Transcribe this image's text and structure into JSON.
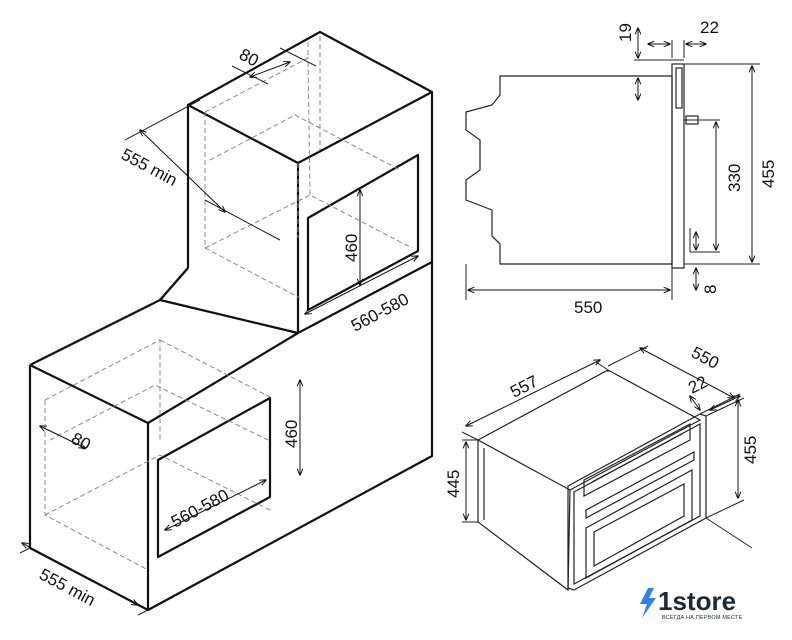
{
  "dimensions": {
    "upper_depth_offset": "80",
    "upper_depth_min": "555 min",
    "upper_height": "460",
    "upper_width": "560-580",
    "lower_depth_offset": "80",
    "lower_height": "460",
    "lower_width": "560-580",
    "lower_depth_min": "555 min",
    "side_top_19": "19",
    "side_top_22": "22",
    "side_330": "330",
    "side_455": "455",
    "side_8": "8",
    "side_550": "550",
    "iso_557": "557",
    "iso_550": "550",
    "iso_22": "22",
    "iso_445": "445",
    "iso_455": "455"
  },
  "logo": {
    "brand": "1store",
    "tagline": "ВСЕГДА НА ПЕРВОМ МЕСТЕ",
    "color": "#2f80ed"
  }
}
